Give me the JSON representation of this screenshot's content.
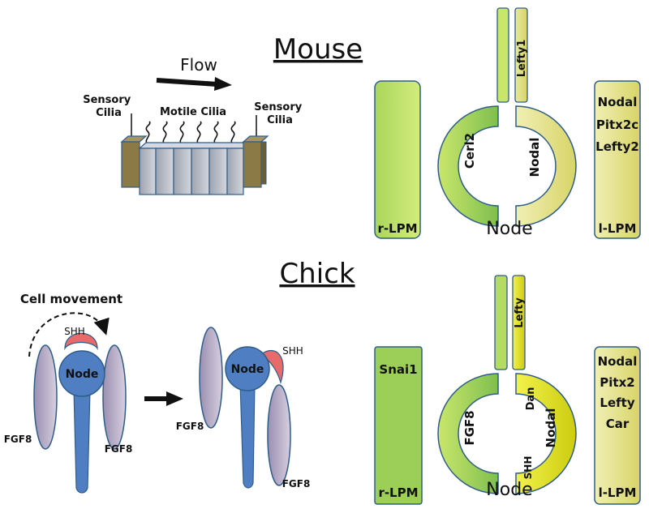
{
  "colors": {
    "outline": "#2f5d8a",
    "node_cell": "#4f7fc2",
    "fgf8_cell": "#c2b8cc",
    "shh_crescent": "#e86b6b",
    "grey_box": "#b9bcc6",
    "sensory_box": "#8b7a45",
    "green_light": "#c6e56b",
    "green_dark": "#9ccf58",
    "yellow_light": "#eeeeaa",
    "yellow_dark": "#dedb72",
    "bright_yellow": "#e6e61a"
  },
  "mouse": {
    "title": "Mouse",
    "flow_label": "Flow",
    "sensory_left": [
      "Sensory",
      "Cilia"
    ],
    "motile_label": "Motile Cilia",
    "sensory_right": [
      "Sensory",
      "Cilia"
    ],
    "right_lpm_label": "r-LPM",
    "left_lpm_label": "l-LPM",
    "left_lpm_genes": [
      "Nodal",
      "Pitx2c",
      "Lefty2"
    ],
    "midline_label": "Lefty1",
    "node_left_label": "Cerl2",
    "node_right_label": "Nodal",
    "node_label": "Node"
  },
  "chick": {
    "title": "Chick",
    "cell_movement_label": "Cell movement",
    "shh_label": "SHH",
    "node_cell_label": "Node",
    "fgf8_label": "FGF8",
    "right_lpm_gene": "Snai1",
    "right_lpm_label": "r-LPM",
    "left_lpm_label": "l-LPM",
    "left_lpm_genes": [
      "Nodal",
      "Pitx2",
      "Lefty",
      "Car"
    ],
    "midline_label": "Lefty",
    "node_left_label": "FGF8",
    "node_right_labels": [
      "Dan",
      "Nodal",
      "SHH"
    ],
    "node_label": "Node"
  }
}
